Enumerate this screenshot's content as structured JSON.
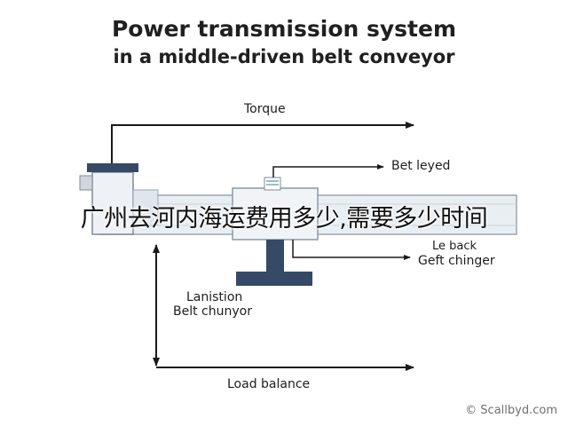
{
  "title": {
    "line1": "Power transmission system",
    "line2": "in a middle-driven belt conveyor"
  },
  "labels": {
    "torque": "Torque",
    "belt_leyed": "Bet leyed",
    "le_back": "Le back",
    "geft_chinger": "Geft chinger",
    "lanistion": "Lanistion",
    "belt_chunyor": "Belt chunyor",
    "load_balance": "Load balance"
  },
  "overlay_text": "广州去河内海运费用多少,需要多少时间",
  "watermark": "© Scallbyd.com",
  "colors": {
    "navy": "#344a66",
    "light_frame": "#e4ebf1",
    "frame_stroke": "#9aa6b2",
    "arrow": "#1a1a1a"
  }
}
